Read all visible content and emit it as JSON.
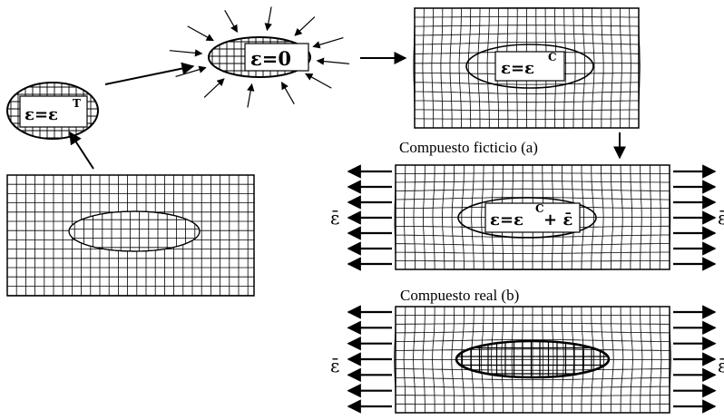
{
  "labels": {
    "eq_transform": "ε=ε",
    "eq_transform_sup": "T",
    "eq_zero": "ε=0",
    "eq_constrained": "ε=ε",
    "eq_constrained_sup": "C",
    "eq_fictitious_main": "ε=ε",
    "eq_fictitious_sup": "C",
    "eq_fictitious_tail": "+ ε̄",
    "caption_fictitious": "Compuesto ficticio (a)",
    "caption_real": "Compuesto real (b)",
    "applied_strain": "ε̄"
  },
  "colors": {
    "ink": "#000000",
    "background": "#ffffff"
  }
}
